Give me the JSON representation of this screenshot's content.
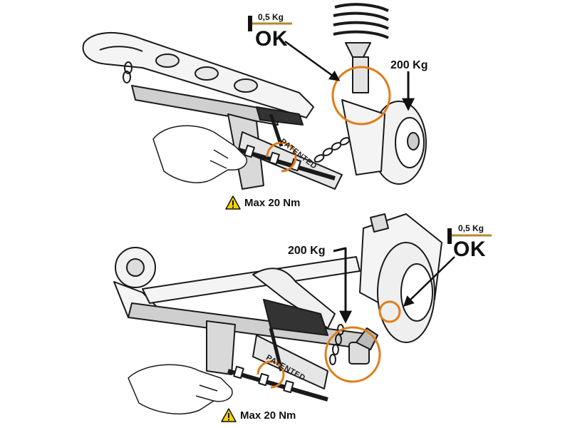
{
  "figure_top": {
    "light_weight": "0,5 Kg",
    "ok_label": "OK",
    "heavy_weight": "200 Kg",
    "torque_warning": "Max 20 Nm",
    "stamp": "PATENTED"
  },
  "figure_bottom": {
    "light_weight": "0,5 Kg",
    "ok_label": "OK",
    "heavy_weight": "200 Kg",
    "torque_warning": "Max 20 Nm",
    "stamp": "PATENTED"
  },
  "colors": {
    "highlight": "#e07d1a",
    "line": "#1a1a1a",
    "warning_fill": "#f5d200",
    "pointer": "#111111"
  }
}
